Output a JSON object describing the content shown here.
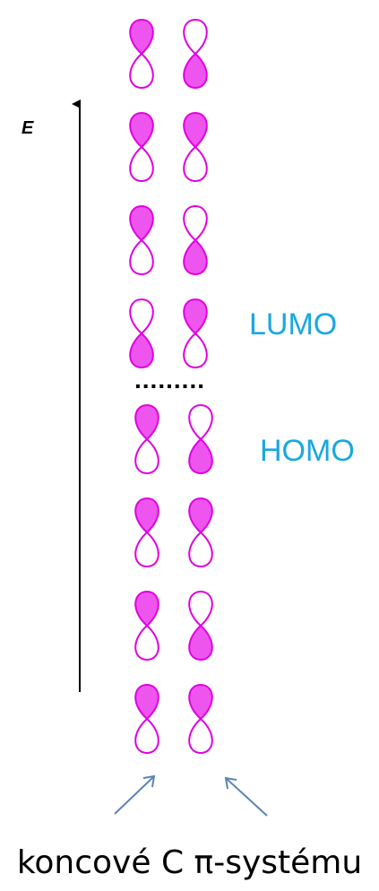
{
  "axis_label": "E",
  "lumo_label": "LUMO",
  "homo_label": "HOMO",
  "gap_dots": ".........",
  "caption": "koncové C π-systému",
  "colors": {
    "orbital_stroke": "#e000e0",
    "orbital_fill": "#ee55ee",
    "label_blue": "#19a8e0",
    "pointer_arrow": "#5c82b8",
    "axis": "#000000"
  },
  "orbital_levels": [
    {
      "level": 8,
      "left_filled_lobe": "top",
      "right_filled_lobe": "bottom"
    },
    {
      "level": 7,
      "left_filled_lobe": "top",
      "right_filled_lobe": "top"
    },
    {
      "level": 6,
      "left_filled_lobe": "top",
      "right_filled_lobe": "bottom"
    },
    {
      "level": 5,
      "left_filled_lobe": "bottom",
      "right_filled_lobe": "top",
      "tag": "LUMO"
    },
    {
      "level": 4,
      "left_filled_lobe": "top",
      "right_filled_lobe": "bottom",
      "tag": "HOMO"
    },
    {
      "level": 3,
      "left_filled_lobe": "top",
      "right_filled_lobe": "top"
    },
    {
      "level": 2,
      "left_filled_lobe": "top",
      "right_filled_lobe": "bottom"
    },
    {
      "level": 1,
      "left_filled_lobe": "top",
      "right_filled_lobe": "top"
    }
  ]
}
